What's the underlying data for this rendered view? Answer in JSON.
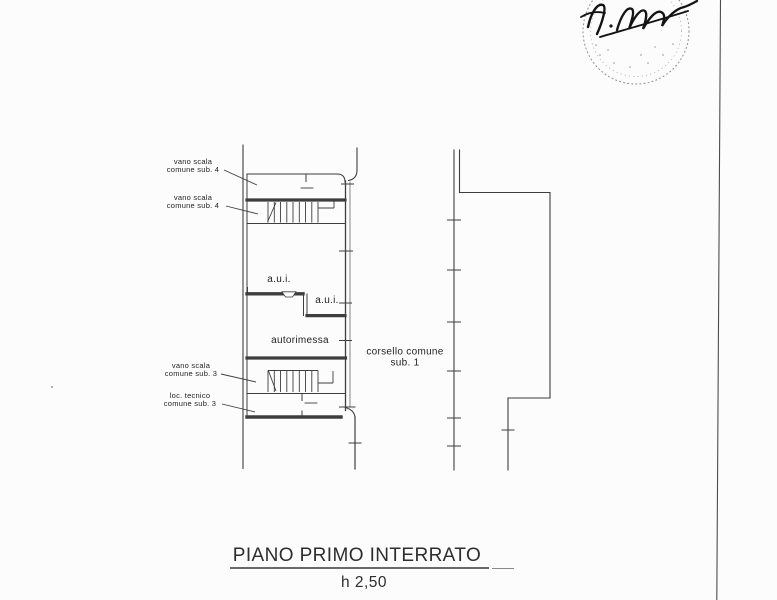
{
  "plan": {
    "annotations": {
      "stair_top_1": {
        "line1": "vano scala",
        "line2": "comune sub. 4"
      },
      "stair_top_2": {
        "line1": "vano scala",
        "line2": "comune sub. 4"
      },
      "aui_left": "a.u.i.",
      "aui_right": "a.u.i.",
      "garage": "autorimessa",
      "stair_bottom": {
        "line1": "vano scala",
        "line2": "comune sub. 3"
      },
      "tech_room": {
        "line1": "loc. tecnico",
        "line2": "comune sub. 3"
      },
      "driveway": {
        "line1": "corsello comune",
        "line2": "sub. 1"
      }
    },
    "caption": {
      "title": "PIANO PRIMO INTERRATO",
      "height": "h 2,50"
    },
    "icons": {
      "stamp": "round-notary-stamp-with-signature"
    },
    "colors": {
      "ink": "#3e3e3e",
      "paper": "#fcfcfc"
    }
  }
}
